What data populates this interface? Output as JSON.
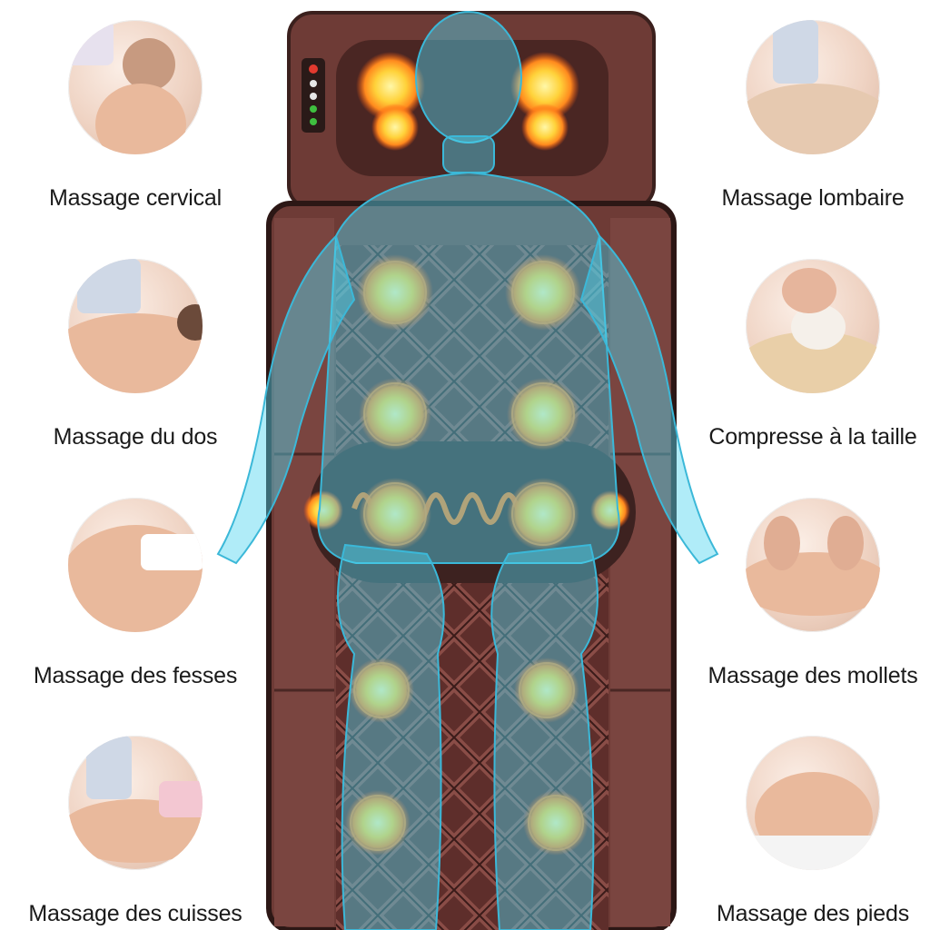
{
  "features": [
    {
      "id": "cervical",
      "label": "Massage cervical",
      "side": "left"
    },
    {
      "id": "dos",
      "label": "Massage du dos",
      "side": "left"
    },
    {
      "id": "fesses",
      "label": "Massage des fesses",
      "side": "left"
    },
    {
      "id": "cuisses",
      "label": "Massage des cuisses",
      "side": "left"
    },
    {
      "id": "lombaire",
      "label": "Massage lombaire",
      "side": "right"
    },
    {
      "id": "compresse",
      "label": "Compresse à la taille",
      "side": "right"
    },
    {
      "id": "mollets",
      "label": "Massage des mollets",
      "side": "right"
    },
    {
      "id": "pieds",
      "label": "Massage des pieds",
      "side": "right"
    }
  ],
  "colors": {
    "mat": "#6e3b36",
    "mat_edge": "#3b201d",
    "body": "#4fd4ef",
    "heat": "#ff7a1a",
    "glow": "#ffe45a"
  }
}
